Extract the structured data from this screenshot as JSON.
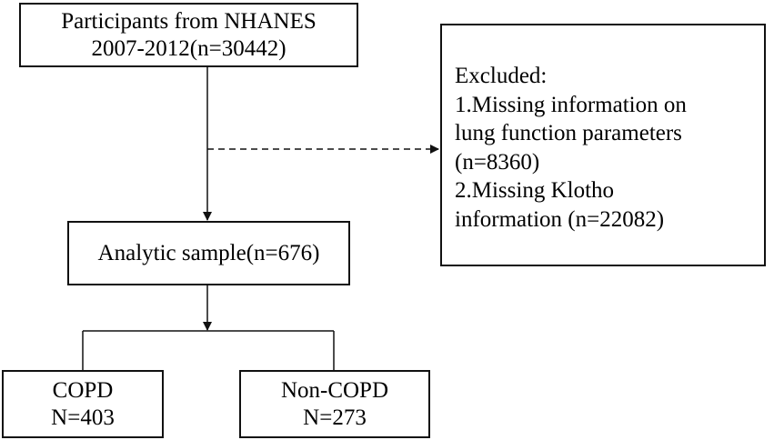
{
  "participants_box": {
    "line1": "Participants from NHANES",
    "line2": "2007-2012(n=30442)"
  },
  "excluded_box": {
    "heading": "Excluded:",
    "line1": "1.Missing information on",
    "line2": "lung function parameters",
    "line3": "(n=8360)",
    "line4": "2.Missing Klotho",
    "line5": "information (n=22082)"
  },
  "analytic_box": {
    "label": "Analytic sample(n=676)"
  },
  "copd_box": {
    "line1": "COPD",
    "line2": "N=403"
  },
  "noncopd_box": {
    "line1": "Non-COPD",
    "line2": "N=273"
  },
  "colors": {
    "stroke": "#111111",
    "text": "#000000",
    "background": "#ffffff"
  }
}
